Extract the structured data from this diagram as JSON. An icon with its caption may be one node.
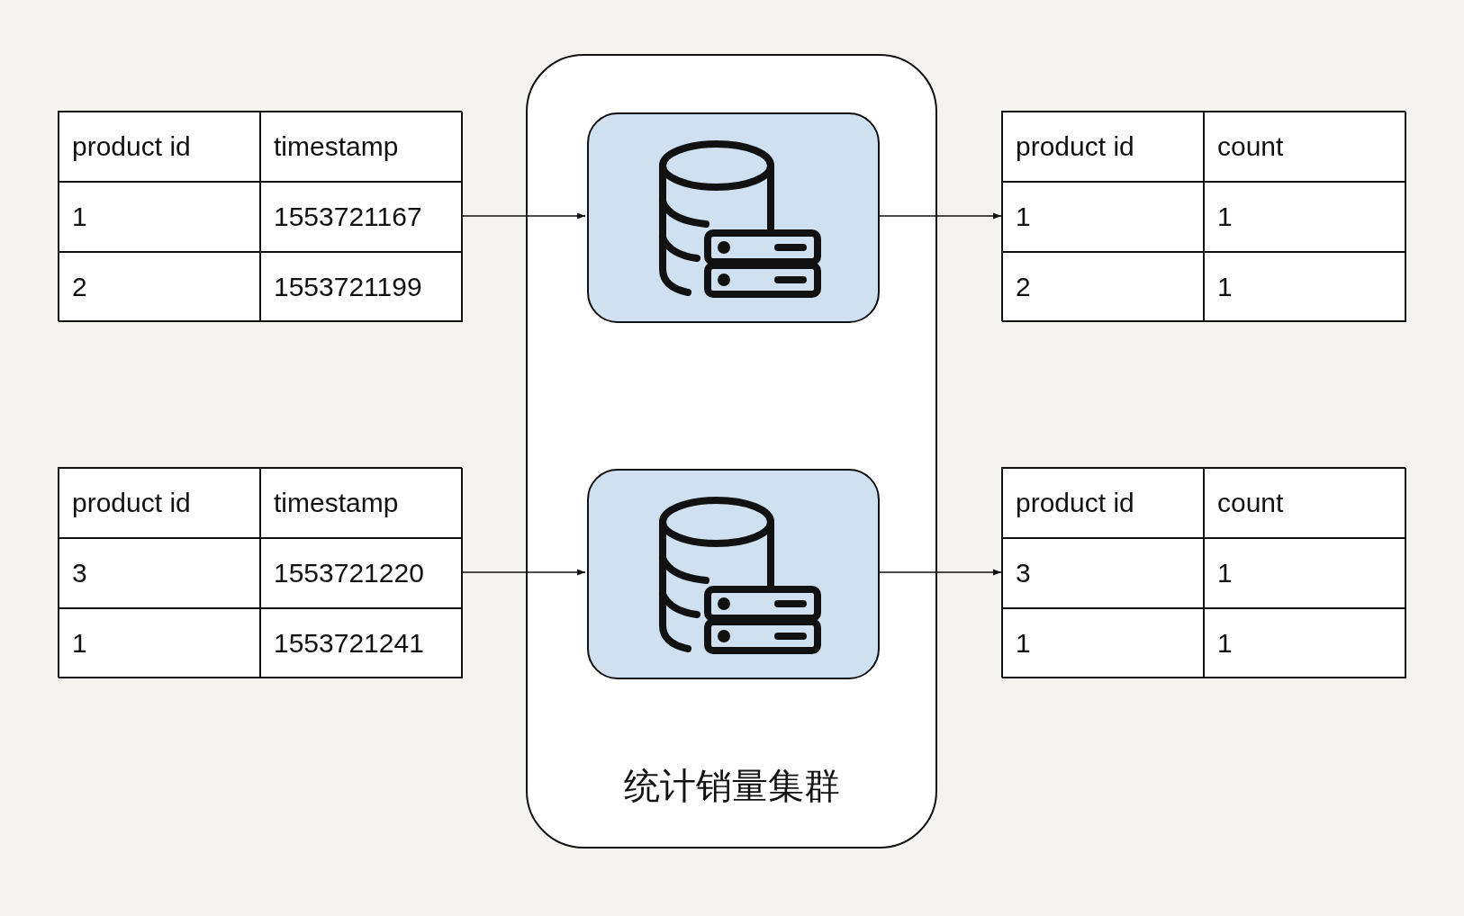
{
  "diagram": {
    "nodes": [
      {
        "text": [
          "product id",
          "timestamp",
          "1",
          "1553721167",
          "2",
          "1553721199"
        ]
      },
      {
        "text": [
          "product id",
          "timestamp",
          "3",
          "1553721220",
          "1",
          "1553721241"
        ]
      },
      {
        "text": [
          "统计销量集群"
        ]
      },
      {
        "text": [],
        "shape": "box",
        "in": 2
      },
      {
        "text": [],
        "shape": "box",
        "in": 2
      },
      {
        "text": [
          "product id",
          "count",
          "1",
          "1",
          "2",
          "1"
        ]
      },
      {
        "text": [
          "product id",
          "count",
          "3",
          "1",
          "1",
          "1"
        ]
      }
    ],
    "edges": [
      {
        "from": 0,
        "to": 3,
        "arrow": "to"
      },
      {
        "from": 3,
        "to": 5,
        "arrow": "to"
      },
      {
        "from": 1,
        "to": 4,
        "arrow": "to"
      },
      {
        "from": 4,
        "to": 6,
        "arrow": "to"
      }
    ]
  }
}
